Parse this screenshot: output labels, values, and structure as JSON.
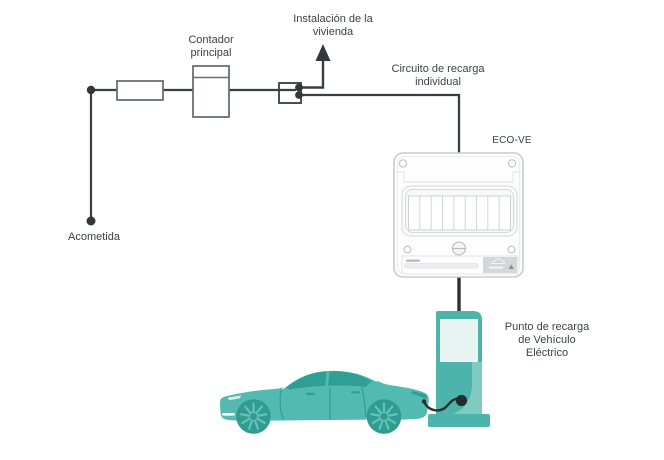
{
  "diagram": {
    "type": "electrical-installation-schematic",
    "labels": {
      "instalacion": [
        "Instalación de la",
        "vivienda"
      ],
      "contador": [
        "Contador",
        "principal"
      ],
      "circuito": [
        "Circuito de recarga",
        "individual"
      ],
      "eco_ve": "ECO-VE",
      "acometida": "Acometida",
      "punto_recarga": [
        "Punto de recarga",
        "de Vehículo",
        "Eléctrico"
      ]
    },
    "colors": {
      "wire": "#3a3f44",
      "node": "#33383c",
      "text": "#3d4146",
      "box_stroke": "#6a6f73",
      "panel_stroke": "#c9cccd",
      "panel_fill": "#fdfdfd",
      "teal": "#4cb4aa",
      "teal_dark": "#2f9c92",
      "teal_light": "#7fcac1",
      "teal_pale": "#e7f4f2",
      "cable": "#2c3135"
    }
  }
}
